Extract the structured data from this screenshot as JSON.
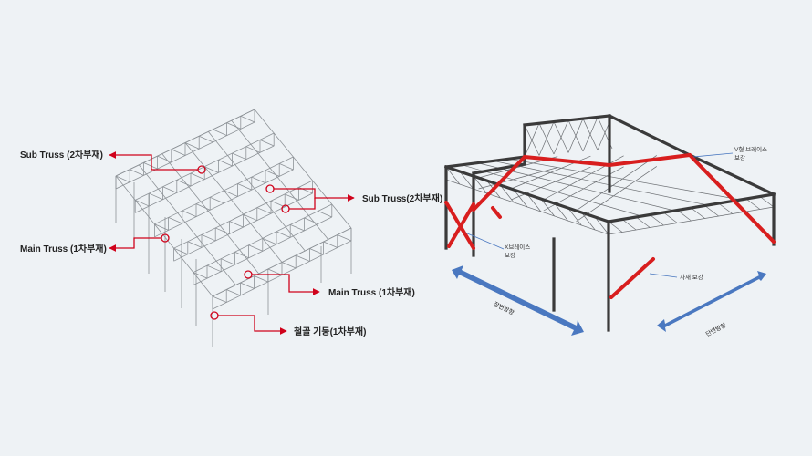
{
  "left_figure": {
    "callouts": {
      "sub_truss_2nd_left": "Sub Truss (2차부재)",
      "sub_truss_2nd_right": "Sub Truss(2차부재)",
      "main_truss_1st_left": "Main Truss (1차부재)",
      "main_truss_1st_right": "Main Truss (1차부재)",
      "steel_column_1st": "철골 기둥(1차부재)"
    },
    "callout_color": "#d0021b"
  },
  "right_figure": {
    "annotations": {
      "v_brace": [
        "V형 브레이스",
        "보강"
      ],
      "x_brace": [
        "X브레이스",
        "보강"
      ],
      "oblique_member": "사재 보강"
    },
    "direction_arrows": {
      "long_direction": "장변방향",
      "short_direction": "단변방향"
    },
    "frame_color": "#3a3a3a",
    "reinforcement_color": "#d81e1e",
    "arrow_color": "#4a78c0"
  }
}
